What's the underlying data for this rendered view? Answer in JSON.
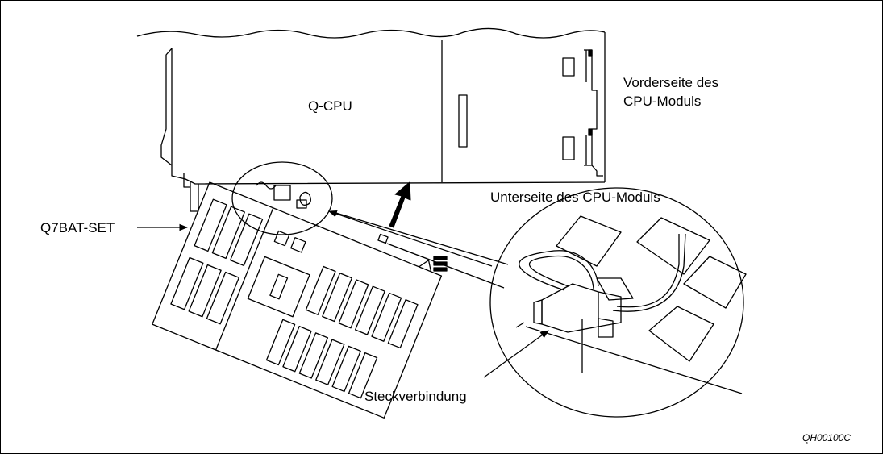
{
  "labels": {
    "cpu": "Q-CPU",
    "front_line1": "Vorderseite des",
    "front_line2": "CPU-Moduls",
    "bottom": "Unterseite des CPU-Moduls",
    "battery_set": "Q7BAT-SET",
    "connector": "Steckverbindung",
    "figure_code": "QH00100C"
  },
  "icons": [
    "arrow-up-icon",
    "arrow-right-icon",
    "arrow-up-left-icon"
  ]
}
